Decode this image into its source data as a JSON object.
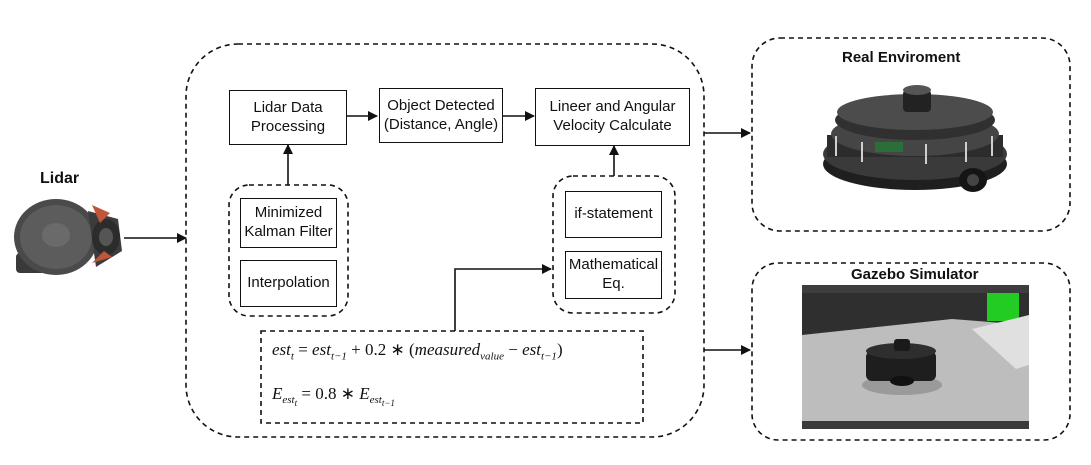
{
  "labels": {
    "lidar": "Lidar",
    "real_env": "Real Enviroment",
    "gazebo": "Gazebo Simulator"
  },
  "boxes": {
    "lidar_processing": "Lidar Data\nProcessing",
    "object_detected": "Object Detected\n(Distance, Angle)",
    "velocity_calc": "Lineer and Angular\nVelocity Calculate",
    "kalman": "Minimized\nKalman Filter",
    "interpolation": "Interpolation",
    "if_statement": "if-statement",
    "math_eq": "Mathematical\nEq."
  },
  "equations": {
    "eq1": {
      "lhs": "est",
      "lhs_sub": "t",
      "eq": " = ",
      "t1": "est",
      "t1_sub": "t−1",
      "op": " + 0.2 ∗ (",
      "m": "measured",
      "m_sub": "value",
      "minus": " − ",
      "t2": "est",
      "t2_sub": "t−1",
      "close": ")"
    },
    "eq2": {
      "lhs": "E",
      "lhs_sub1": "est",
      "lhs_sub2": "t",
      "eq": " = 0.8  ∗ ",
      "rhs": "E",
      "rhs_sub1": "est",
      "rhs_sub2": "t−1"
    }
  },
  "colors": {
    "stroke": "#111111",
    "robot_dark": "#2a2a2a",
    "sim_floor": "#bdbdbd",
    "sim_sky": "#2f2f2f",
    "sim_green": "#22cc22"
  }
}
